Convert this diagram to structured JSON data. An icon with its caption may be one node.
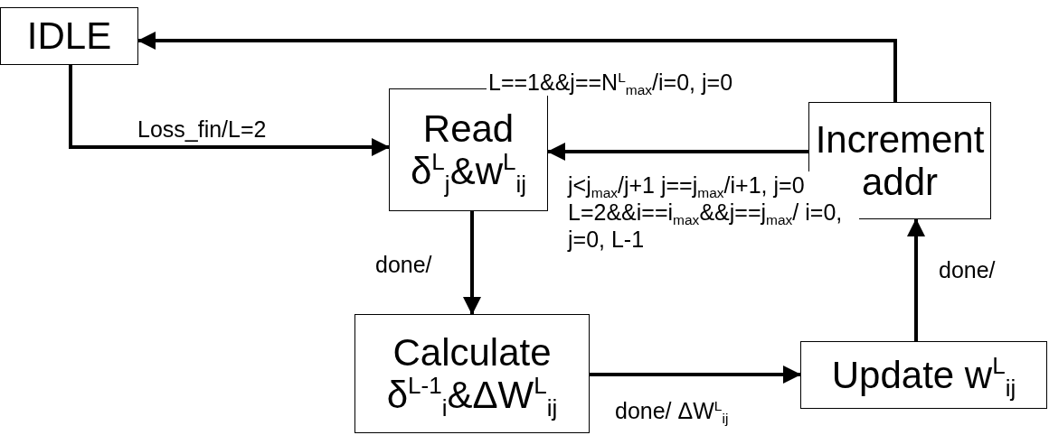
{
  "diagram": {
    "nodes": [
      {
        "text": [
          "IDLE"
        ]
      },
      {
        "text": [
          "Read",
          "δ$^{L}$$_{j}$&w$^{L}$$_{ij}$"
        ]
      },
      {
        "text": [
          "Increment addr"
        ]
      },
      {
        "text": [
          "Calculate",
          "δ$^{L-1}$$_{i}$&ΔW$^{L}$$_{ij}$"
        ]
      },
      {
        "text": [
          "Update w$^{L}$$_{ij}$"
        ]
      }
    ],
    "edges": [
      {
        "from": 0,
        "to": 1,
        "arrow": "to",
        "label": "Loss_fin/L=2"
      },
      {
        "from": 1,
        "to": 3,
        "arrow": "to",
        "label": "done/"
      },
      {
        "from": 3,
        "to": 4,
        "arrow": "to",
        "label": "done/ ΔW$^{L}$$_{ij}$"
      },
      {
        "from": 4,
        "to": 2,
        "arrow": "to",
        "label": "done/"
      },
      {
        "from": 2,
        "to": 1,
        "arrow": "to",
        "label": "j<j$_{max}$/j+1 j==j$_{max}$/i+1, j=0 L=2&&i==i$_{max}$&&j==j$_{max}$/ i=0, j=0, L-1"
      },
      {
        "from": 2,
        "to": 0,
        "arrow": "to",
        "label": "L==1&&j==N$^{L}$$_{max}$/i=0, j=0"
      }
    ]
  }
}
